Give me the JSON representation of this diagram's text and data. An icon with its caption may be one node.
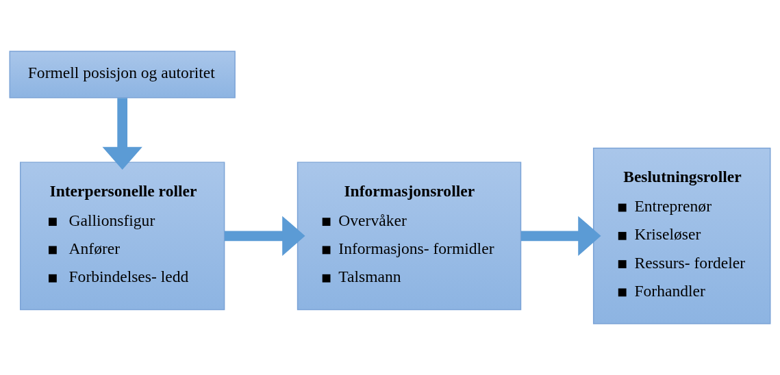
{
  "diagram": {
    "nodes": [
      {
        "text": [
          "Formell posisjon og autoritet"
        ]
      },
      {
        "text": [
          "Interpersonelle roller",
          "Gallionsfigur",
          "Anfører",
          "Forbindelses- ledd"
        ]
      },
      {
        "text": [
          "Informasjonsroller",
          "Overvåker",
          "Informasjons- formidler",
          "Talsmann"
        ]
      },
      {
        "text": [
          "Beslutningsroller",
          "Entreprenør",
          "Kriseløser",
          "Ressurs- fordeler",
          "Forhandler"
        ]
      }
    ],
    "edges": [
      {
        "from": 0,
        "to": 1,
        "arrow": "to"
      },
      {
        "from": 1,
        "to": 2,
        "arrow": "to"
      },
      {
        "from": 2,
        "to": 3,
        "arrow": "to"
      }
    ]
  }
}
